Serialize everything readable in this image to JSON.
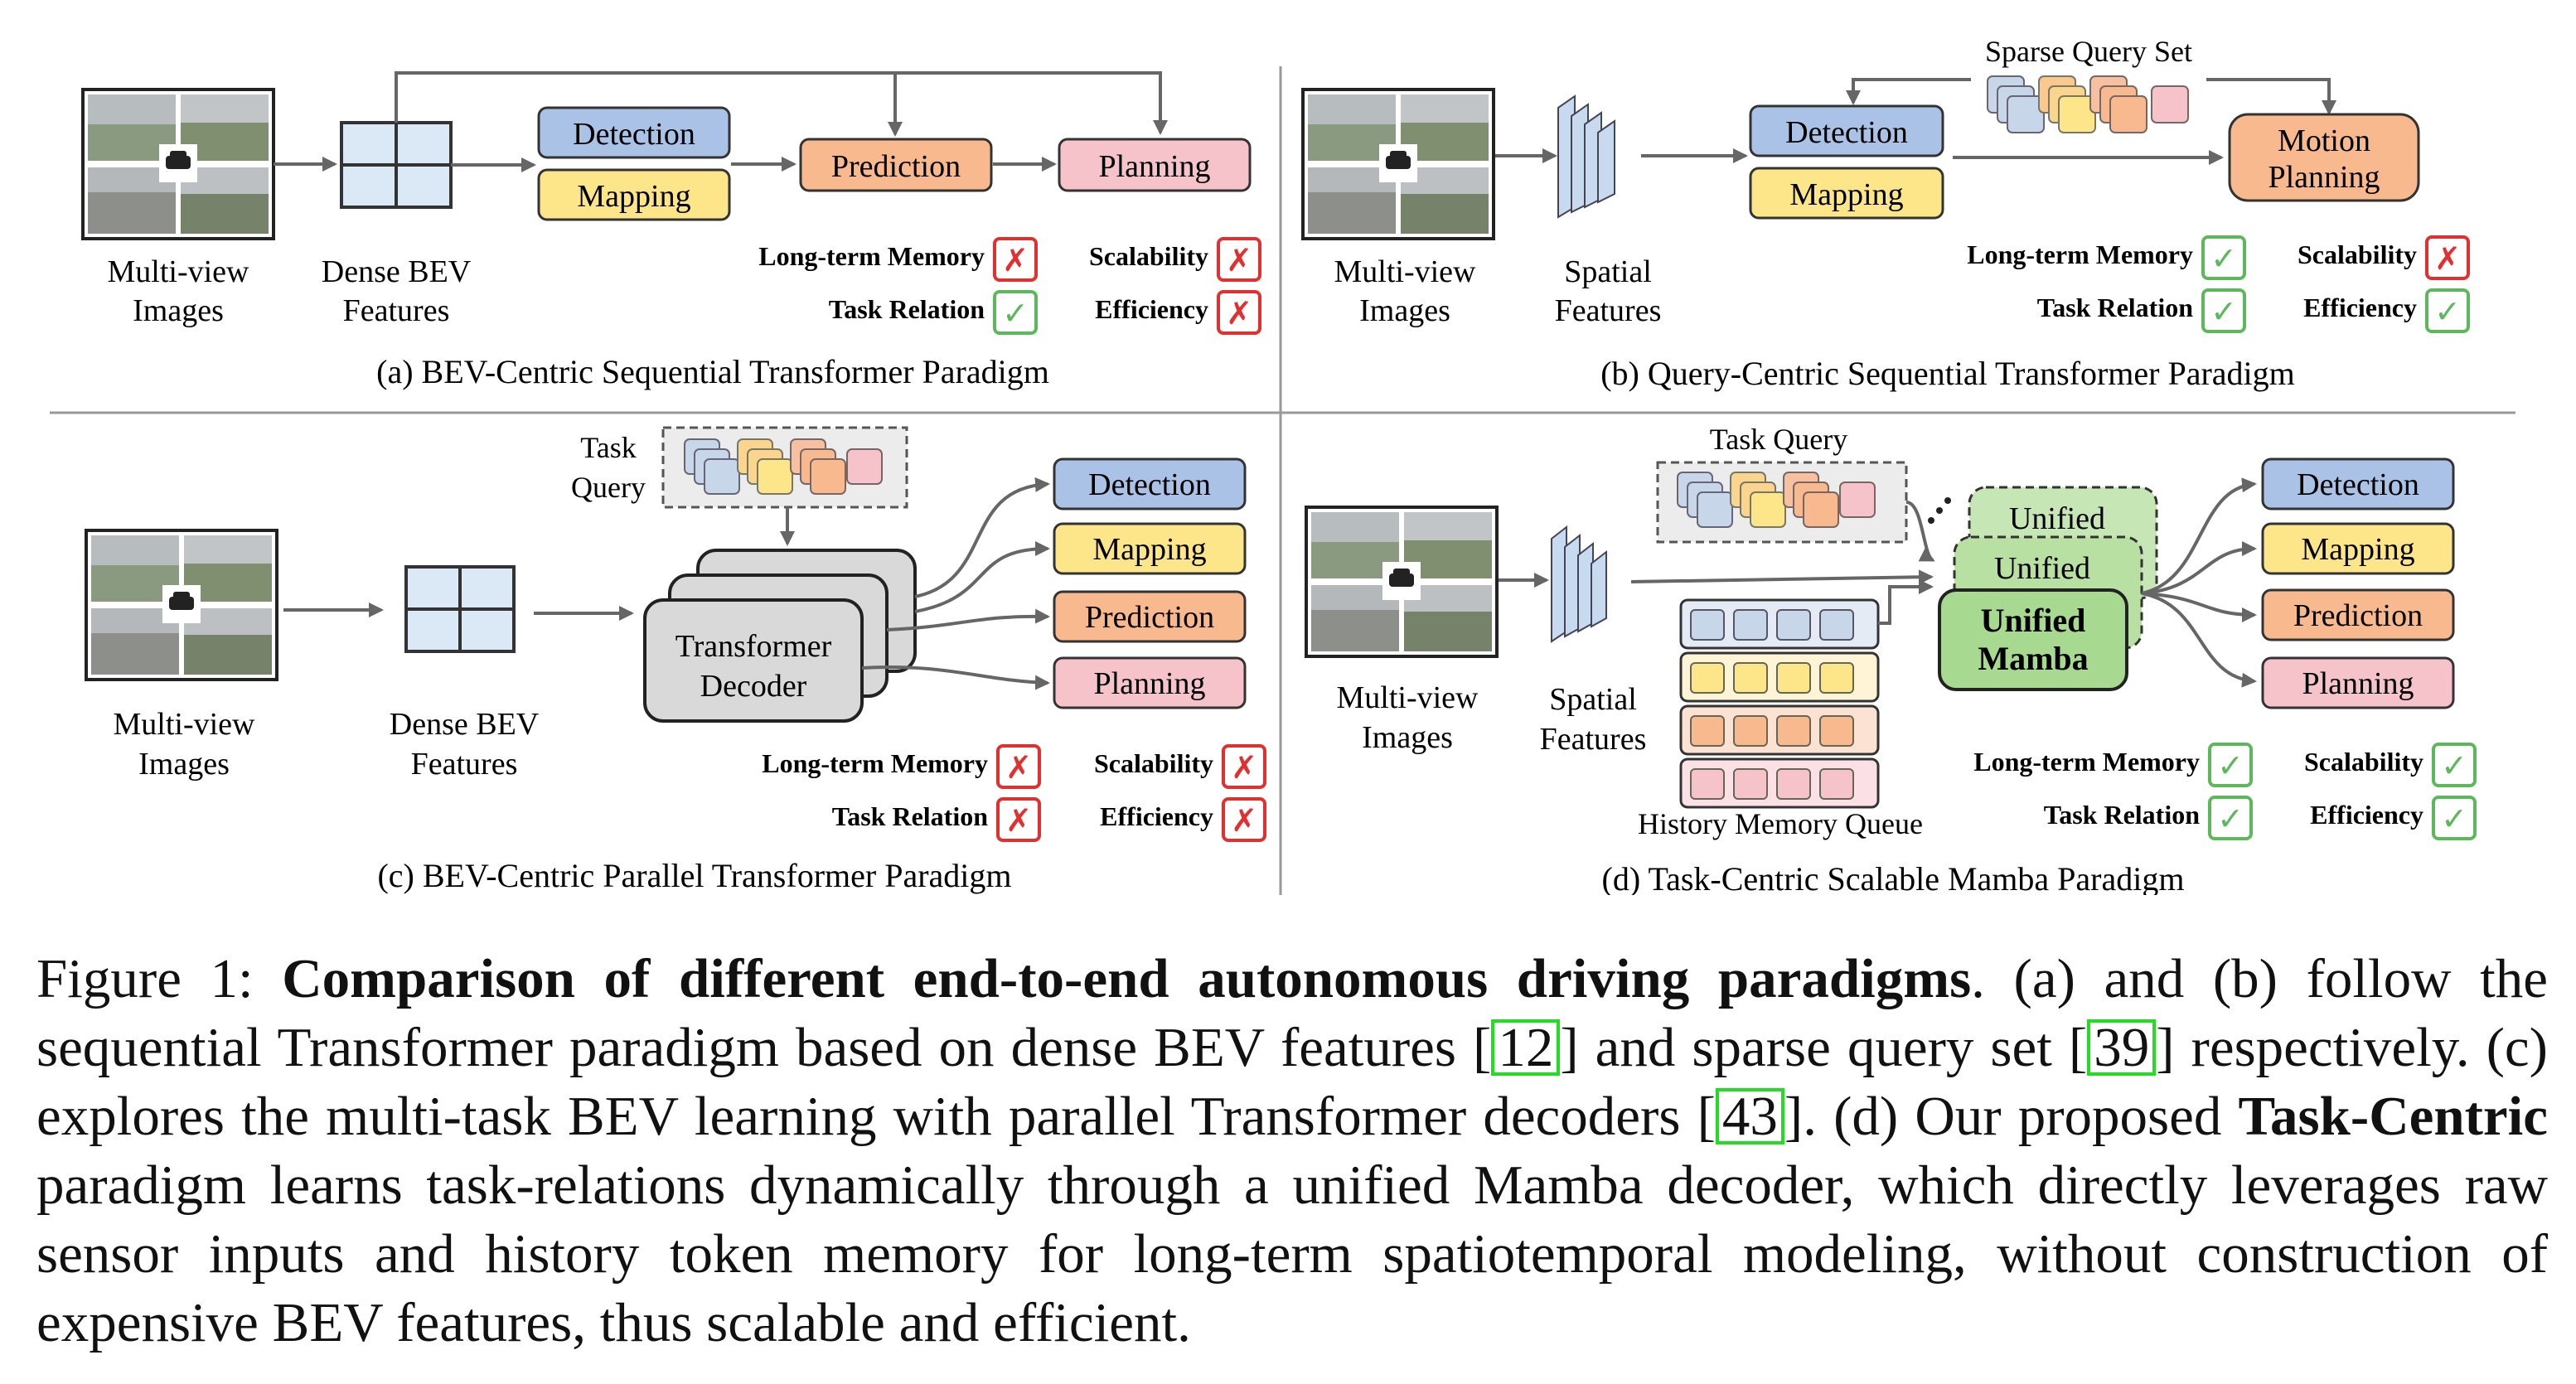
{
  "panel_a": {
    "input_label_1": "Multi-view",
    "input_label_2": "Images",
    "feature_label_1": "Dense BEV",
    "feature_label_2": "Features",
    "tasks": [
      "Detection",
      "Mapping",
      "Prediction",
      "Planning"
    ],
    "criteria": [
      {
        "label": "Long-term Memory",
        "ok": false
      },
      {
        "label": "Scalability",
        "ok": false
      },
      {
        "label": "Task Relation",
        "ok": true
      },
      {
        "label": "Efficiency",
        "ok": false
      }
    ],
    "title": "(a) BEV-Centric Sequential Transformer Paradigm"
  },
  "panel_b": {
    "query_set_label": "Sparse Query Set",
    "input_label_1": "Multi-view",
    "input_label_2": "Images",
    "feature_label_1": "Spatial",
    "feature_label_2": "Features",
    "tasks": [
      "Detection",
      "Mapping"
    ],
    "motion_label_1": "Motion",
    "motion_label_2": "Planning",
    "criteria": [
      {
        "label": "Long-term Memory",
        "ok": true
      },
      {
        "label": "Scalability",
        "ok": false
      },
      {
        "label": "Task Relation",
        "ok": true
      },
      {
        "label": "Efficiency",
        "ok": true
      }
    ],
    "title": "(b) Query-Centric Sequential Transformer Paradigm"
  },
  "panel_c": {
    "query_label_1": "Task",
    "query_label_2": "Query",
    "input_label_1": "Multi-view",
    "input_label_2": "Images",
    "feature_label_1": "Dense BEV",
    "feature_label_2": "Features",
    "decoder_label_1": "Transformer",
    "decoder_label_2": "Decoder",
    "tasks": [
      "Detection",
      "Mapping",
      "Prediction",
      "Planning"
    ],
    "criteria": [
      {
        "label": "Long-term Memory",
        "ok": false
      },
      {
        "label": "Scalability",
        "ok": false
      },
      {
        "label": "Task Relation",
        "ok": false
      },
      {
        "label": "Efficiency",
        "ok": false
      }
    ],
    "title": "(c) BEV-Centric Parallel Transformer Paradigm"
  },
  "panel_d": {
    "query_label": "Task Query",
    "input_label_1": "Multi-view",
    "input_label_2": "Images",
    "feature_label_1": "Spatial",
    "feature_label_2": "Features",
    "memory_label": "History Memory Queue",
    "back_label": "Unified",
    "mamba_label_1": "Unified",
    "mamba_label_2": "Mamba",
    "tasks": [
      "Detection",
      "Mapping",
      "Prediction",
      "Planning"
    ],
    "criteria": [
      {
        "label": "Long-term Memory",
        "ok": true
      },
      {
        "label": "Scalability",
        "ok": true
      },
      {
        "label": "Task Relation",
        "ok": true
      },
      {
        "label": "Efficiency",
        "ok": true
      }
    ],
    "title": "(d) Task-Centric Scalable Mamba Paradigm"
  },
  "marks": {
    "check": "✓",
    "cross": "✗"
  },
  "colors": {
    "detection": "#aac2e6",
    "mapping": "#fde58a",
    "prediction": "#f7b98d",
    "planning": "#f7c3cb",
    "mamba": "#a8d990",
    "decoder": "#d9d9d9",
    "check": "#5db85c",
    "cross": "#e03030"
  },
  "caption": {
    "fig_label": "Figure 1: ",
    "bold_title": "Comparison of different end-to-end autonomous driving paradigms",
    "t1": ". (a) and (b) follow the sequential Transformer paradigm based on dense BEV features [",
    "ref1": "12",
    "t2": "] and sparse query set [",
    "ref2": "39",
    "t3": "] respectively. (c) explores the multi-task BEV learning with parallel Transformer decoders [",
    "ref3": "43",
    "t4": "]. (d) Our proposed ",
    "bold2": "Task-Centric",
    "t5": " paradigm learns task-relations dynamically through a unified Mamba decoder, which directly leverages raw sensor inputs and history token memory for long-term spatiotemporal modeling, without construction of expensive BEV features, thus scalable and efficient."
  }
}
